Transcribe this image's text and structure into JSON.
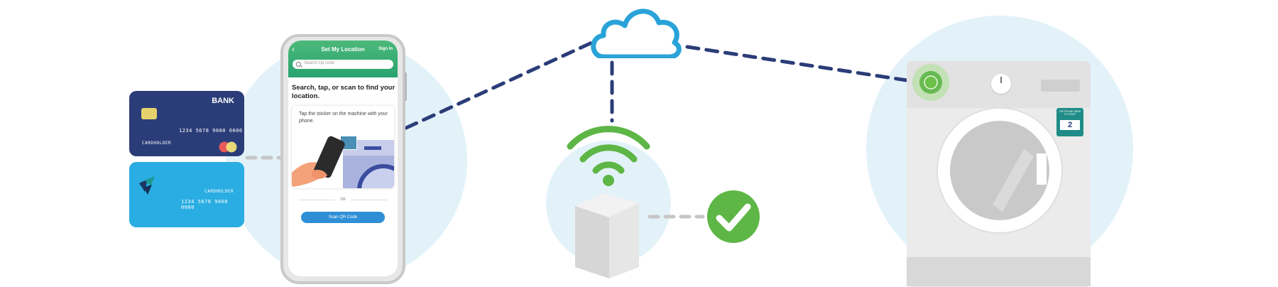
{
  "cards": {
    "bank_card": {
      "brand": "BANK",
      "number": "1234 5678 9000 0000",
      "holder": "CARDHOLDER"
    },
    "blue_card": {
      "number": "1234 5678 9000 0000",
      "holder": "CARDHOLDER"
    }
  },
  "phone_app": {
    "header_title": "Set My Location",
    "sign_in": "Sign In",
    "search_placeholder": "Search zip code",
    "headline": "Search, tap, or scan to find your location.",
    "tap_instruction": "Tap the sticker on the machine with your phone.",
    "or_label": "OR",
    "scan_button": "Scan QR Code"
  },
  "washer_sticker": {
    "top_text": "TAP PHONE HERE TO START",
    "badge": "2"
  },
  "icons": [
    "back-chevron-icon",
    "search-icon",
    "cloud-icon",
    "wifi-icon",
    "checkmark-icon",
    "power-button-icon",
    "nfc-sticker-icon"
  ],
  "colors": {
    "connection_dash": "#2b3d78",
    "card_navy": "#2b3d78",
    "card_blue": "#2aade2",
    "cloud_blue": "#29a3d8",
    "wifi_green": "#5db646",
    "check_green": "#5db646",
    "app_header_green": "#3cae74",
    "bg_circle": "#e3f2f9"
  }
}
